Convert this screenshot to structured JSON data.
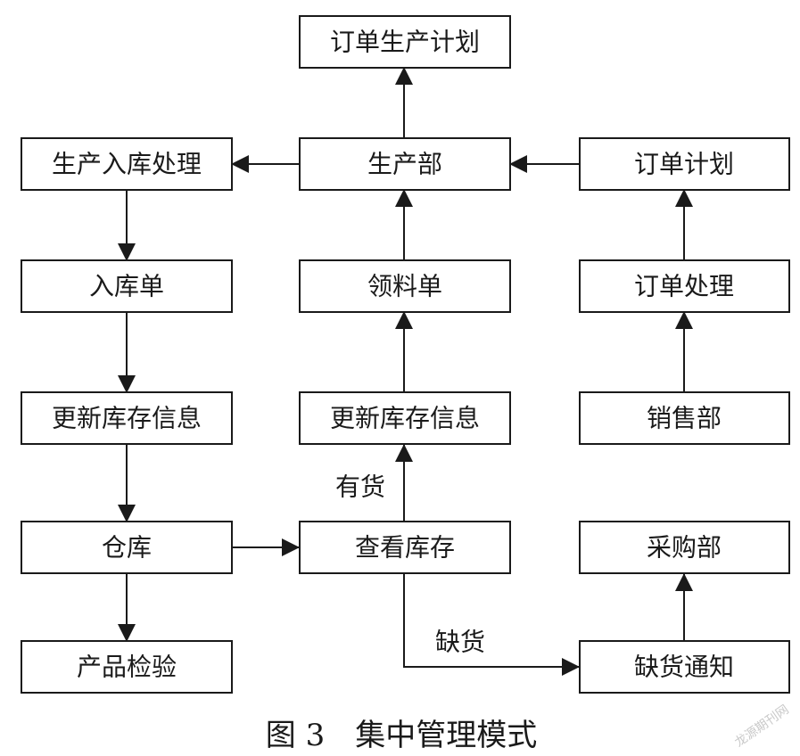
{
  "nodes": {
    "order_production_plan": "订单生产计划",
    "production_inbound": "生产入库处理",
    "production_dept": "生产部",
    "order_plan": "订单计划",
    "inbound_slip": "入库单",
    "material_requisition": "领料单",
    "order_processing": "订单处理",
    "update_inventory_left": "更新库存信息",
    "update_inventory_mid": "更新库存信息",
    "sales_dept": "销售部",
    "warehouse": "仓库",
    "check_inventory": "查看库存",
    "purchasing_dept": "采购部",
    "product_inspection": "产品检验",
    "out_of_stock_notice": "缺货通知"
  },
  "edge_labels": {
    "in_stock": "有货",
    "out_of_stock": "缺货"
  },
  "caption": "图 3　集中管理模式",
  "watermark": "龙源期刊网",
  "colors": {
    "line": "#1a1a1a",
    "background": "#ffffff"
  }
}
